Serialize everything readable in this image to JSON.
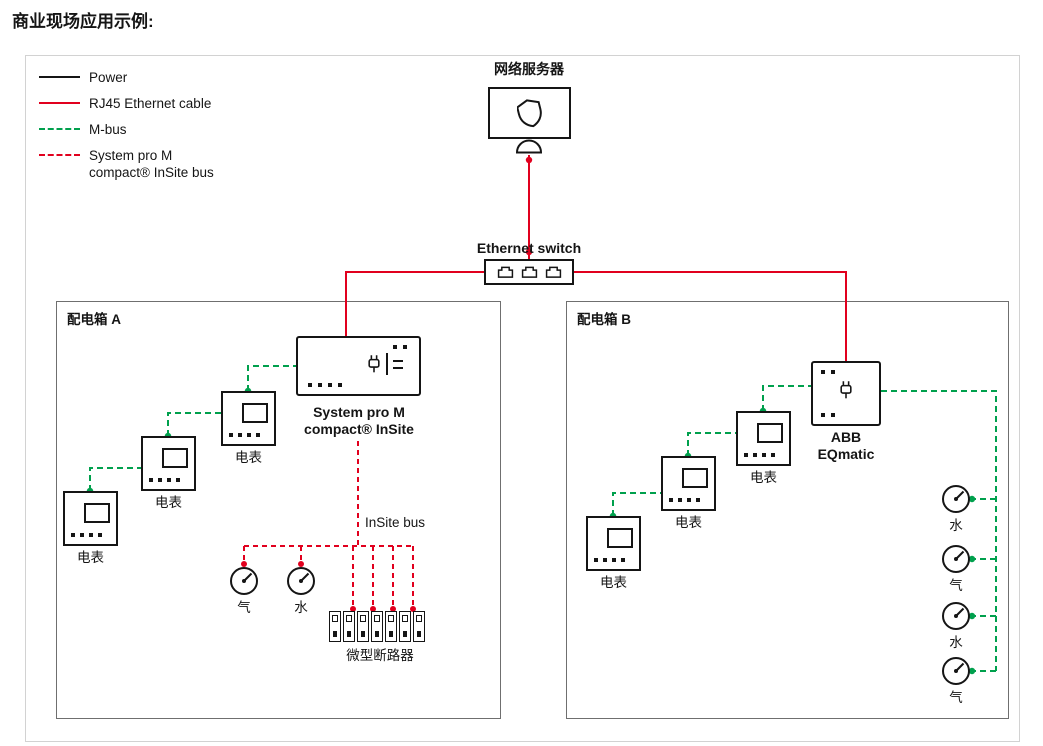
{
  "title": "商业现场应用示例:",
  "colors": {
    "accent_red": "#e1001e",
    "accent_green": "#00a04d",
    "ink": "#151515"
  },
  "legend": [
    {
      "label": "Power",
      "style": "solid-black"
    },
    {
      "label": "RJ45 Ethernet cable",
      "style": "solid-red"
    },
    {
      "label": "M-bus",
      "style": "dashed-green"
    },
    {
      "label": "System pro M",
      "label_line2": "compact® InSite bus",
      "style": "dashed-red"
    }
  ],
  "network": {
    "server_label": "网络服务器",
    "switch_label": "Ethernet switch"
  },
  "box_a": {
    "title": "配电箱 A",
    "gateway_line1": "System pro M",
    "gateway_line2": "compact® InSite",
    "meters": [
      {
        "label": "电表"
      },
      {
        "label": "电表"
      },
      {
        "label": "电表"
      }
    ],
    "bus_label": "InSite bus",
    "gauges": [
      {
        "label": "气"
      },
      {
        "label": "水"
      }
    ],
    "breakers_label": "微型断路器"
  },
  "box_b": {
    "title": "配电箱 B",
    "gateway_line1": "ABB",
    "gateway_line2": "EQmatic",
    "meters": [
      {
        "label": "电表"
      },
      {
        "label": "电表"
      },
      {
        "label": "电表"
      }
    ],
    "gauges": [
      {
        "label": "水"
      },
      {
        "label": "气"
      },
      {
        "label": "水"
      },
      {
        "label": "气"
      }
    ]
  }
}
